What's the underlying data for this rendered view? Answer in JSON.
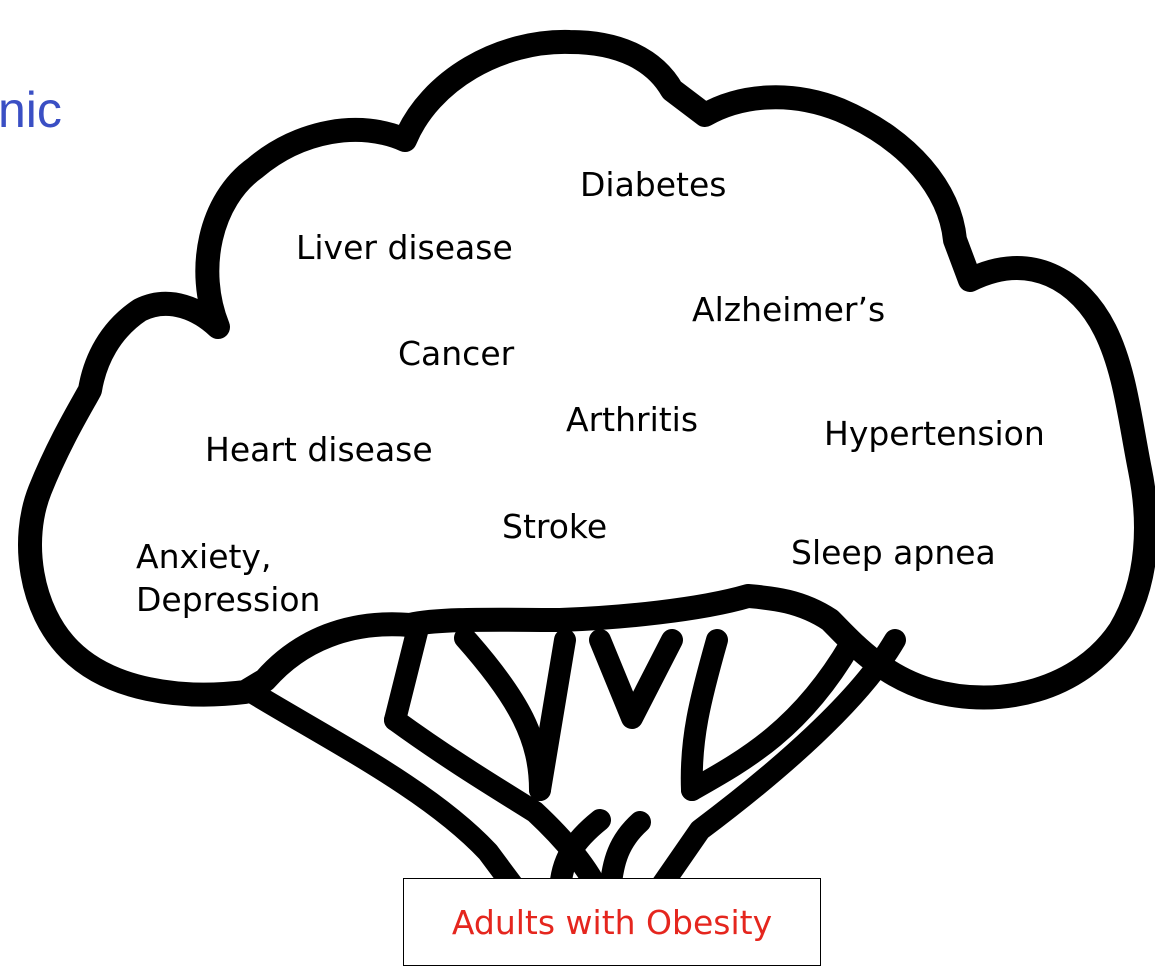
{
  "heading_fragment": "nic",
  "colors": {
    "heading": "#3A4FC4",
    "outline": "#000000",
    "root_label": "#E5261E",
    "background": "#FFFFFF"
  },
  "conditions": {
    "diabetes": "Diabetes",
    "liver_disease": "Liver disease",
    "alzheimers": "Alzheimer’s",
    "cancer": "Cancer",
    "arthritis": "Arthritis",
    "hypertension": "Hypertension",
    "heart_disease": "Heart disease",
    "stroke": "Stroke",
    "sleep_apnea": "Sleep apnea",
    "anxiety_depression": "Anxiety,\nDepression"
  },
  "root": {
    "label": "Adults with Obesity"
  },
  "icons": {
    "tree": "tree-outline-icon"
  }
}
